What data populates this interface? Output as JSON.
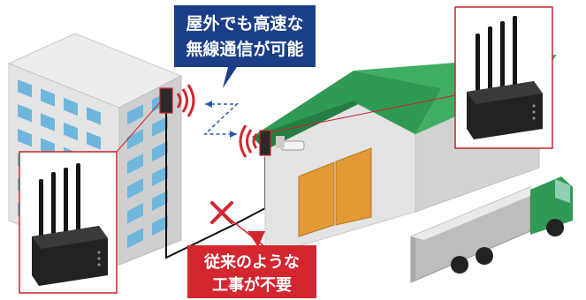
{
  "callout_wireless": {
    "line1": "屋外でも高速な",
    "line2": "無線通信が可能",
    "background_color": "#1b3f86"
  },
  "callout_no_wiring": {
    "line1": "従来のような",
    "line2": "工事が不要",
    "background_color": "#d3262f"
  },
  "colors": {
    "frame_red": "#c8232c",
    "roof_green": "#2f9a55",
    "wall_gray": "#dedede",
    "window_blue": "#6fb6dc",
    "door_orange": "#e19a35",
    "router_black": "#222222",
    "signal_red": "#d3262f",
    "link_blue": "#2a5aa5"
  },
  "icons": {
    "router_large_left": "router-icon",
    "router_large_right": "router-icon",
    "no_cable_mark": "cross-icon",
    "wireless_waves": "radio-waves-icon"
  }
}
